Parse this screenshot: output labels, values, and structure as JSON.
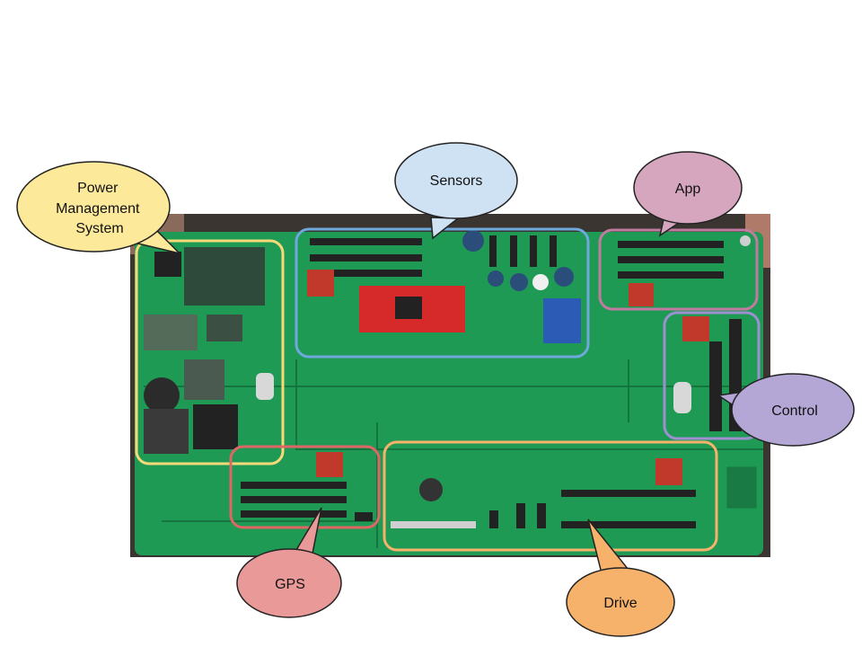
{
  "diagram": {
    "colors": {
      "board": "#1f9a55",
      "board_dark": "#16753f",
      "background_photo": "#3a3530"
    },
    "callouts": [
      {
        "id": "power",
        "lines": [
          "Power",
          "Management",
          "System"
        ],
        "fill": "#fde99a",
        "stroke": "#222222",
        "region_color": "#f7d97a"
      },
      {
        "id": "sensors",
        "lines": [
          "Sensors"
        ],
        "fill": "#cfe2f3",
        "stroke": "#222222",
        "region_color": "#6fa8dc"
      },
      {
        "id": "app",
        "lines": [
          "App"
        ],
        "fill": "#d5a6bd",
        "stroke": "#222222",
        "region_color": "#c27ba0"
      },
      {
        "id": "control",
        "lines": [
          "Control"
        ],
        "fill": "#b4a7d6",
        "stroke": "#222222",
        "region_color": "#9e8fd0"
      },
      {
        "id": "gps",
        "lines": [
          "GPS"
        ],
        "fill": "#ea9999",
        "stroke": "#222222",
        "region_color": "#e06666"
      },
      {
        "id": "drive",
        "lines": [
          "Drive"
        ],
        "fill": "#f6b26b",
        "stroke": "#222222",
        "region_color": "#f6b26b"
      }
    ]
  }
}
